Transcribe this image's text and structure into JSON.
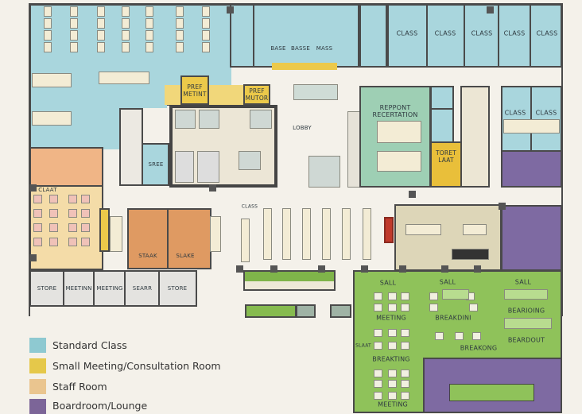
{
  "colors": {
    "standard_class": "#a9d6dd",
    "small_meeting": "#ecc94a",
    "staff_room": "#f0d0a0",
    "boardroom": "#7e6aa2",
    "breakout": "#8fc25a",
    "reception": "#9ecfb4"
  },
  "rooms": {
    "classes_top": [
      "CLASS",
      "CLASS",
      "CLASS",
      "CLASS",
      "CLASS"
    ],
    "classes_right": [
      "CLASS",
      "CLASS"
    ],
    "base_labels": [
      "BASE",
      "BASSE",
      "MASS"
    ],
    "pref_meeting": "PREF METINT",
    "pref_mutor": "PREF MUTOR",
    "lobby": "LOBBY",
    "reception": "REPPONT RECERTATION",
    "toilet": "TORET LAAT",
    "sree": "SREE",
    "staff_class": "CLAAT",
    "stark": "STAAK",
    "slake": "SLAKE",
    "bottom": [
      "STORE",
      "MEETINN",
      "MEETING",
      "SEARR",
      "STORE"
    ],
    "class_tables": "CLASS",
    "green": {
      "sall1": "SALL",
      "sall2": "SALL",
      "sall3": "SALL",
      "meeting": "MEETING",
      "breakdini": "BREAKDINI",
      "bearioing": "BEARIOING",
      "beardout": "BEARDOUT",
      "breakong": "BREAKONG",
      "slaat": "SLAAT",
      "breakting": "BREAKTING",
      "meeting2": "MEETING"
    }
  },
  "legend": [
    {
      "label": "Standard Class",
      "color": "#8ec9d1"
    },
    {
      "label": "Small Meeting/Consultation Room",
      "color": "#e5c84a"
    },
    {
      "label": "Staff Room",
      "color": "#eac58f"
    },
    {
      "label": "Boardroom/Lounge",
      "color": "#7c6598"
    }
  ]
}
